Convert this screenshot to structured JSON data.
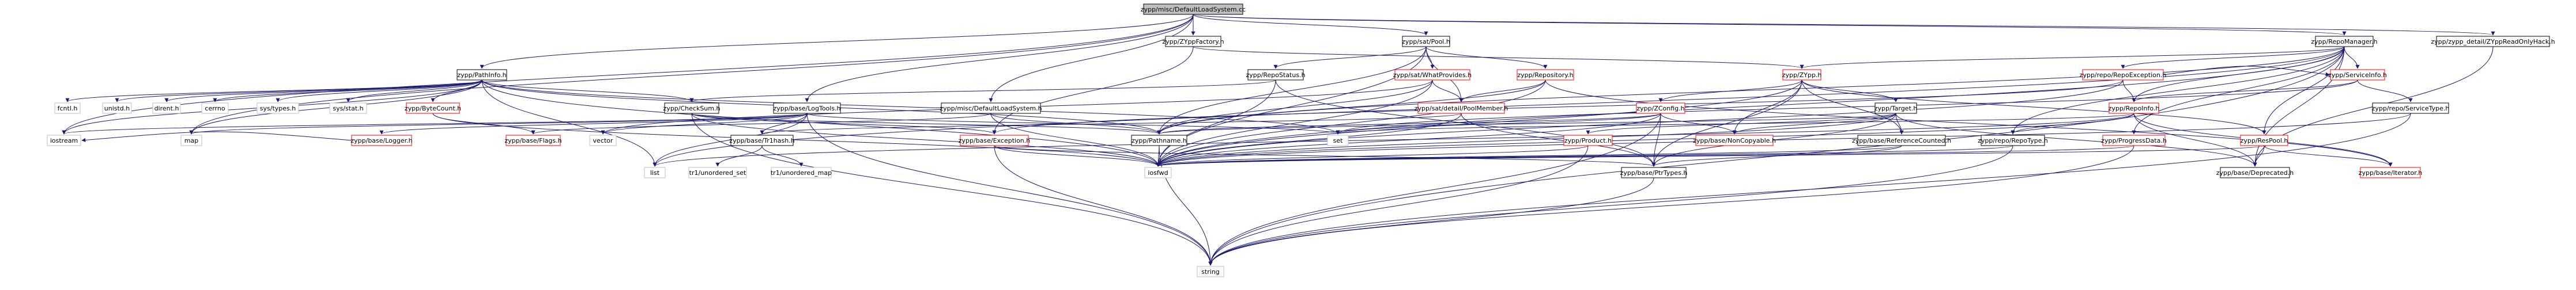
{
  "graph": {
    "title": "zypp/misc/DefaultLoadSystem.cc",
    "colors": {
      "edge": "#191970",
      "root_fill": "#bfbfbf",
      "root_border": "#000000",
      "doc_border": "#000000",
      "undoc_border": "#ff0000",
      "external_border": "#bfbfbf"
    },
    "nodes": [
      {
        "id": "root",
        "label": "zypp/misc/DefaultLoadSystem.cc",
        "kind": "root"
      },
      {
        "id": "zyppfactory",
        "label": "zypp/ZYppFactory.h",
        "kind": "doc"
      },
      {
        "id": "satpool",
        "label": "zypp/sat/Pool.h",
        "kind": "doc"
      },
      {
        "id": "repomanager",
        "label": "zypp/RepoManager.h",
        "kind": "doc"
      },
      {
        "id": "readonlyhack",
        "label": "zypp/zypp_detail/ZYppReadOnlyHack.h",
        "kind": "doc"
      },
      {
        "id": "pathinfo",
        "label": "zypp/PathInfo.h",
        "kind": "doc"
      },
      {
        "id": "repostatus",
        "label": "zypp/RepoStatus.h",
        "kind": "doc"
      },
      {
        "id": "whatprovides",
        "label": "zypp/sat/WhatProvides.h",
        "kind": "tbd"
      },
      {
        "id": "repository",
        "label": "zypp/Repository.h",
        "kind": "tbd"
      },
      {
        "id": "zypp",
        "label": "zypp/ZYpp.h",
        "kind": "tbd"
      },
      {
        "id": "repoexception",
        "label": "zypp/repo/RepoException.h",
        "kind": "tbd"
      },
      {
        "id": "serviceinfo",
        "label": "zypp/ServiceInfo.h",
        "kind": "tbd"
      },
      {
        "id": "fcntl",
        "label": "fcntl.h",
        "kind": "leaf"
      },
      {
        "id": "unistd",
        "label": "unistd.h",
        "kind": "leaf"
      },
      {
        "id": "dirent",
        "label": "dirent.h",
        "kind": "leaf"
      },
      {
        "id": "cerrno",
        "label": "cerrno",
        "kind": "leaf"
      },
      {
        "id": "systypes",
        "label": "sys/types.h",
        "kind": "leaf"
      },
      {
        "id": "sysstat",
        "label": "sys/stat.h",
        "kind": "leaf"
      },
      {
        "id": "bytecount",
        "label": "zypp/ByteCount.h",
        "kind": "tbd"
      },
      {
        "id": "checksum",
        "label": "zypp/CheckSum.h",
        "kind": "doc"
      },
      {
        "id": "logtools",
        "label": "zypp/base/LogTools.h",
        "kind": "doc"
      },
      {
        "id": "defaultloadsystem",
        "label": "zypp/misc/DefaultLoadSystem.h",
        "kind": "doc"
      },
      {
        "id": "poolmember",
        "label": "zypp/sat/detail/PoolMember.h",
        "kind": "tbd"
      },
      {
        "id": "zconfig",
        "label": "zypp/ZConfig.h",
        "kind": "tbd"
      },
      {
        "id": "target",
        "label": "zypp/Target.h",
        "kind": "doc"
      },
      {
        "id": "repoinfo",
        "label": "zypp/RepoInfo.h",
        "kind": "tbd"
      },
      {
        "id": "servicetype",
        "label": "zypp/repo/ServiceType.h",
        "kind": "doc"
      },
      {
        "id": "iostream",
        "label": "iostream",
        "kind": "leaf"
      },
      {
        "id": "map",
        "label": "map",
        "kind": "leaf"
      },
      {
        "id": "logger",
        "label": "zypp/base/Logger.h",
        "kind": "tbd"
      },
      {
        "id": "flags",
        "label": "zypp/base/Flags.h",
        "kind": "tbd"
      },
      {
        "id": "vector",
        "label": "vector",
        "kind": "leaf"
      },
      {
        "id": "trihash",
        "label": "zypp/base/Tr1hash.h",
        "kind": "doc"
      },
      {
        "id": "baseexception",
        "label": "zypp/base/Exception.h",
        "kind": "tbd"
      },
      {
        "id": "pathname",
        "label": "zypp/Pathname.h",
        "kind": "doc"
      },
      {
        "id": "set",
        "label": "set",
        "kind": "leaf"
      },
      {
        "id": "product",
        "label": "zypp/Product.h",
        "kind": "tbd"
      },
      {
        "id": "noncopyable",
        "label": "zypp/base/NonCopyable.h",
        "kind": "tbd"
      },
      {
        "id": "refcounted",
        "label": "zypp/base/ReferenceCounted.h",
        "kind": "doc"
      },
      {
        "id": "repotype",
        "label": "zypp/repo/RepoType.h",
        "kind": "doc"
      },
      {
        "id": "progressdata",
        "label": "zypp/ProgressData.h",
        "kind": "tbd"
      },
      {
        "id": "respool",
        "label": "zypp/ResPool.h",
        "kind": "tbd"
      },
      {
        "id": "list",
        "label": "list",
        "kind": "leaf"
      },
      {
        "id": "unordered_set",
        "label": "tr1/unordered_set",
        "kind": "leaf"
      },
      {
        "id": "unordered_map",
        "label": "tr1/unordered_map",
        "kind": "leaf"
      },
      {
        "id": "iosfwd",
        "label": "iosfwd",
        "kind": "leaf"
      },
      {
        "id": "ptrtypes",
        "label": "zypp/base/PtrTypes.h",
        "kind": "doc"
      },
      {
        "id": "deprecated",
        "label": "zypp/base/Deprecated.h",
        "kind": "doc"
      },
      {
        "id": "baseiterator",
        "label": "zypp/base/Iterator.h",
        "kind": "tbd"
      },
      {
        "id": "string",
        "label": "string",
        "kind": "leaf"
      }
    ],
    "edges": [
      [
        "root",
        "zyppfactory"
      ],
      [
        "root",
        "satpool"
      ],
      [
        "root",
        "repomanager"
      ],
      [
        "root",
        "readonlyhack"
      ],
      [
        "root",
        "pathinfo"
      ],
      [
        "root",
        "logtools"
      ],
      [
        "root",
        "defaultloadsystem"
      ],
      [
        "root",
        "iostream"
      ],
      [
        "root",
        "map"
      ],
      [
        "zyppfactory",
        "zypp"
      ],
      [
        "zyppfactory",
        "baseexception"
      ],
      [
        "satpool",
        "whatprovides"
      ],
      [
        "satpool",
        "repository"
      ],
      [
        "satpool",
        "poolmember"
      ],
      [
        "satpool",
        "iosfwd"
      ],
      [
        "satpool",
        "repostatus"
      ],
      [
        "satpool",
        "pathname"
      ],
      [
        "repomanager",
        "repoexception"
      ],
      [
        "repomanager",
        "serviceinfo"
      ],
      [
        "repomanager",
        "repoinfo"
      ],
      [
        "repomanager",
        "repotype"
      ],
      [
        "repomanager",
        "progressdata"
      ],
      [
        "repomanager",
        "respool"
      ],
      [
        "repomanager",
        "deprecated"
      ],
      [
        "repomanager",
        "zypp"
      ],
      [
        "repomanager",
        "pathname"
      ],
      [
        "repomanager",
        "iosfwd"
      ],
      [
        "repomanager",
        "list"
      ],
      [
        "repomanager",
        "string"
      ],
      [
        "readonlyhack",
        "deprecated"
      ],
      [
        "pathinfo",
        "fcntl"
      ],
      [
        "pathinfo",
        "unistd"
      ],
      [
        "pathinfo",
        "dirent"
      ],
      [
        "pathinfo",
        "cerrno"
      ],
      [
        "pathinfo",
        "systypes"
      ],
      [
        "pathinfo",
        "sysstat"
      ],
      [
        "pathinfo",
        "bytecount"
      ],
      [
        "pathinfo",
        "checksum"
      ],
      [
        "pathinfo",
        "pathname"
      ],
      [
        "pathinfo",
        "iosfwd"
      ],
      [
        "pathinfo",
        "set"
      ],
      [
        "pathinfo",
        "map"
      ],
      [
        "pathinfo",
        "list"
      ],
      [
        "pathinfo",
        "iostream"
      ],
      [
        "repostatus",
        "checksum"
      ],
      [
        "repostatus",
        "iosfwd"
      ],
      [
        "repostatus",
        "ptrtypes"
      ],
      [
        "whatprovides",
        "poolmember"
      ],
      [
        "whatprovides",
        "iosfwd"
      ],
      [
        "whatprovides",
        "pathname"
      ],
      [
        "whatprovides",
        "vector"
      ],
      [
        "repository",
        "poolmember"
      ],
      [
        "repository",
        "iosfwd"
      ],
      [
        "repository",
        "pathname"
      ],
      [
        "repository",
        "baseiterator"
      ],
      [
        "zypp",
        "zconfig"
      ],
      [
        "zypp",
        "target"
      ],
      [
        "zypp",
        "noncopyable"
      ],
      [
        "zypp",
        "ptrtypes"
      ],
      [
        "zypp",
        "respool"
      ],
      [
        "zypp",
        "iosfwd"
      ],
      [
        "zypp",
        "refcounted"
      ],
      [
        "repoexception",
        "repoinfo"
      ],
      [
        "repoexception",
        "serviceinfo"
      ],
      [
        "repoexception",
        "baseexception"
      ],
      [
        "repoexception",
        "iosfwd"
      ],
      [
        "serviceinfo",
        "servicetype"
      ],
      [
        "serviceinfo",
        "repoinfo"
      ],
      [
        "serviceinfo",
        "set"
      ],
      [
        "bytecount",
        "flags"
      ],
      [
        "bytecount",
        "iosfwd"
      ],
      [
        "checksum",
        "baseexception"
      ],
      [
        "checksum",
        "pathname"
      ],
      [
        "checksum",
        "string"
      ],
      [
        "checksum",
        "iosfwd"
      ],
      [
        "logtools",
        "iostream"
      ],
      [
        "logtools",
        "map"
      ],
      [
        "logtools",
        "logger"
      ],
      [
        "logtools",
        "trihash"
      ],
      [
        "logtools",
        "set"
      ],
      [
        "logtools",
        "vector"
      ],
      [
        "logtools",
        "list"
      ],
      [
        "logtools",
        "string"
      ],
      [
        "defaultloadsystem",
        "pathname"
      ],
      [
        "defaultloadsystem",
        "iosfwd"
      ],
      [
        "defaultloadsystem",
        "flags"
      ],
      [
        "poolmember",
        "trihash"
      ],
      [
        "poolmember",
        "iosfwd"
      ],
      [
        "poolmember",
        "ptrtypes"
      ],
      [
        "zconfig",
        "noncopyable"
      ],
      [
        "zconfig",
        "ptrtypes"
      ],
      [
        "zconfig",
        "pathname"
      ],
      [
        "zconfig",
        "set"
      ],
      [
        "zconfig",
        "iosfwd"
      ],
      [
        "zconfig",
        "string"
      ],
      [
        "target",
        "ptrtypes"
      ],
      [
        "target",
        "refcounted"
      ],
      [
        "target",
        "product"
      ],
      [
        "target",
        "noncopyable"
      ],
      [
        "target",
        "pathname"
      ],
      [
        "target",
        "iosfwd"
      ],
      [
        "target",
        "deprecated"
      ],
      [
        "repoinfo",
        "repotype"
      ],
      [
        "repoinfo",
        "baseiterator"
      ],
      [
        "repoinfo",
        "deprecated"
      ],
      [
        "repoinfo",
        "set"
      ],
      [
        "repoinfo",
        "list"
      ],
      [
        "repoinfo",
        "iosfwd"
      ],
      [
        "servicetype",
        "iosfwd"
      ],
      [
        "servicetype",
        "string"
      ],
      [
        "logger",
        "iostream"
      ],
      [
        "trihash",
        "unordered_set"
      ],
      [
        "trihash",
        "unordered_map"
      ],
      [
        "baseexception",
        "iosfwd"
      ],
      [
        "baseexception",
        "string"
      ],
      [
        "baseexception",
        "ptrtypes"
      ],
      [
        "pathname",
        "iosfwd"
      ],
      [
        "pathname",
        "string"
      ],
      [
        "product",
        "iosfwd"
      ],
      [
        "product",
        "string"
      ],
      [
        "refcounted",
        "iosfwd"
      ],
      [
        "refcounted",
        "ptrtypes"
      ],
      [
        "repotype",
        "iosfwd"
      ],
      [
        "repotype",
        "string"
      ],
      [
        "progressdata",
        "iosfwd"
      ],
      [
        "progressdata",
        "string"
      ],
      [
        "respool",
        "iosfwd"
      ],
      [
        "respool",
        "baseiterator"
      ],
      [
        "respool",
        "deprecated"
      ],
      [
        "ptrtypes",
        "string"
      ]
    ]
  }
}
